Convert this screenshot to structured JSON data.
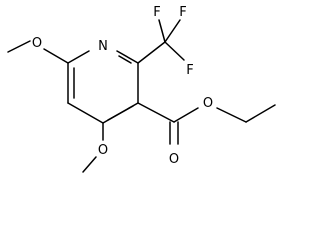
{
  "structure": {
    "ring_nitrogen": "N",
    "fluorine_top_left": "F",
    "fluorine_top_right": "F",
    "fluorine_lower": "F",
    "ring_methoxy_oxygen": "O",
    "bottom_methoxy_oxygen": "O",
    "ester_single_oxygen": "O",
    "carbonyl_oxygen": "O"
  }
}
